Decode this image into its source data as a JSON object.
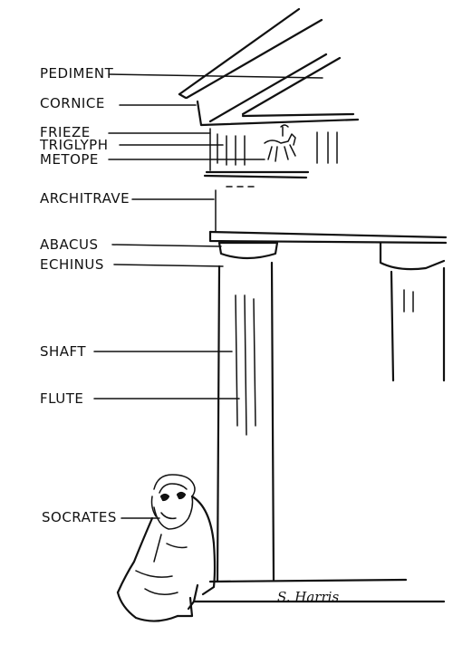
{
  "labels": {
    "pediment": "PEDIMENT",
    "cornice": "CORNICE",
    "frieze": "FRIEZE",
    "triglyph": "TRIGLYPH",
    "metope": "METOPE",
    "architrave": "ARCHITRAVE",
    "abacus": "ABACUS",
    "echinus": "ECHINUS",
    "shaft": "SHAFT",
    "flute": "FLUTE",
    "socrates": "SOCRATES"
  },
  "signature": "S. Harris",
  "ink_color": "#111111",
  "background_color": "#ffffff"
}
